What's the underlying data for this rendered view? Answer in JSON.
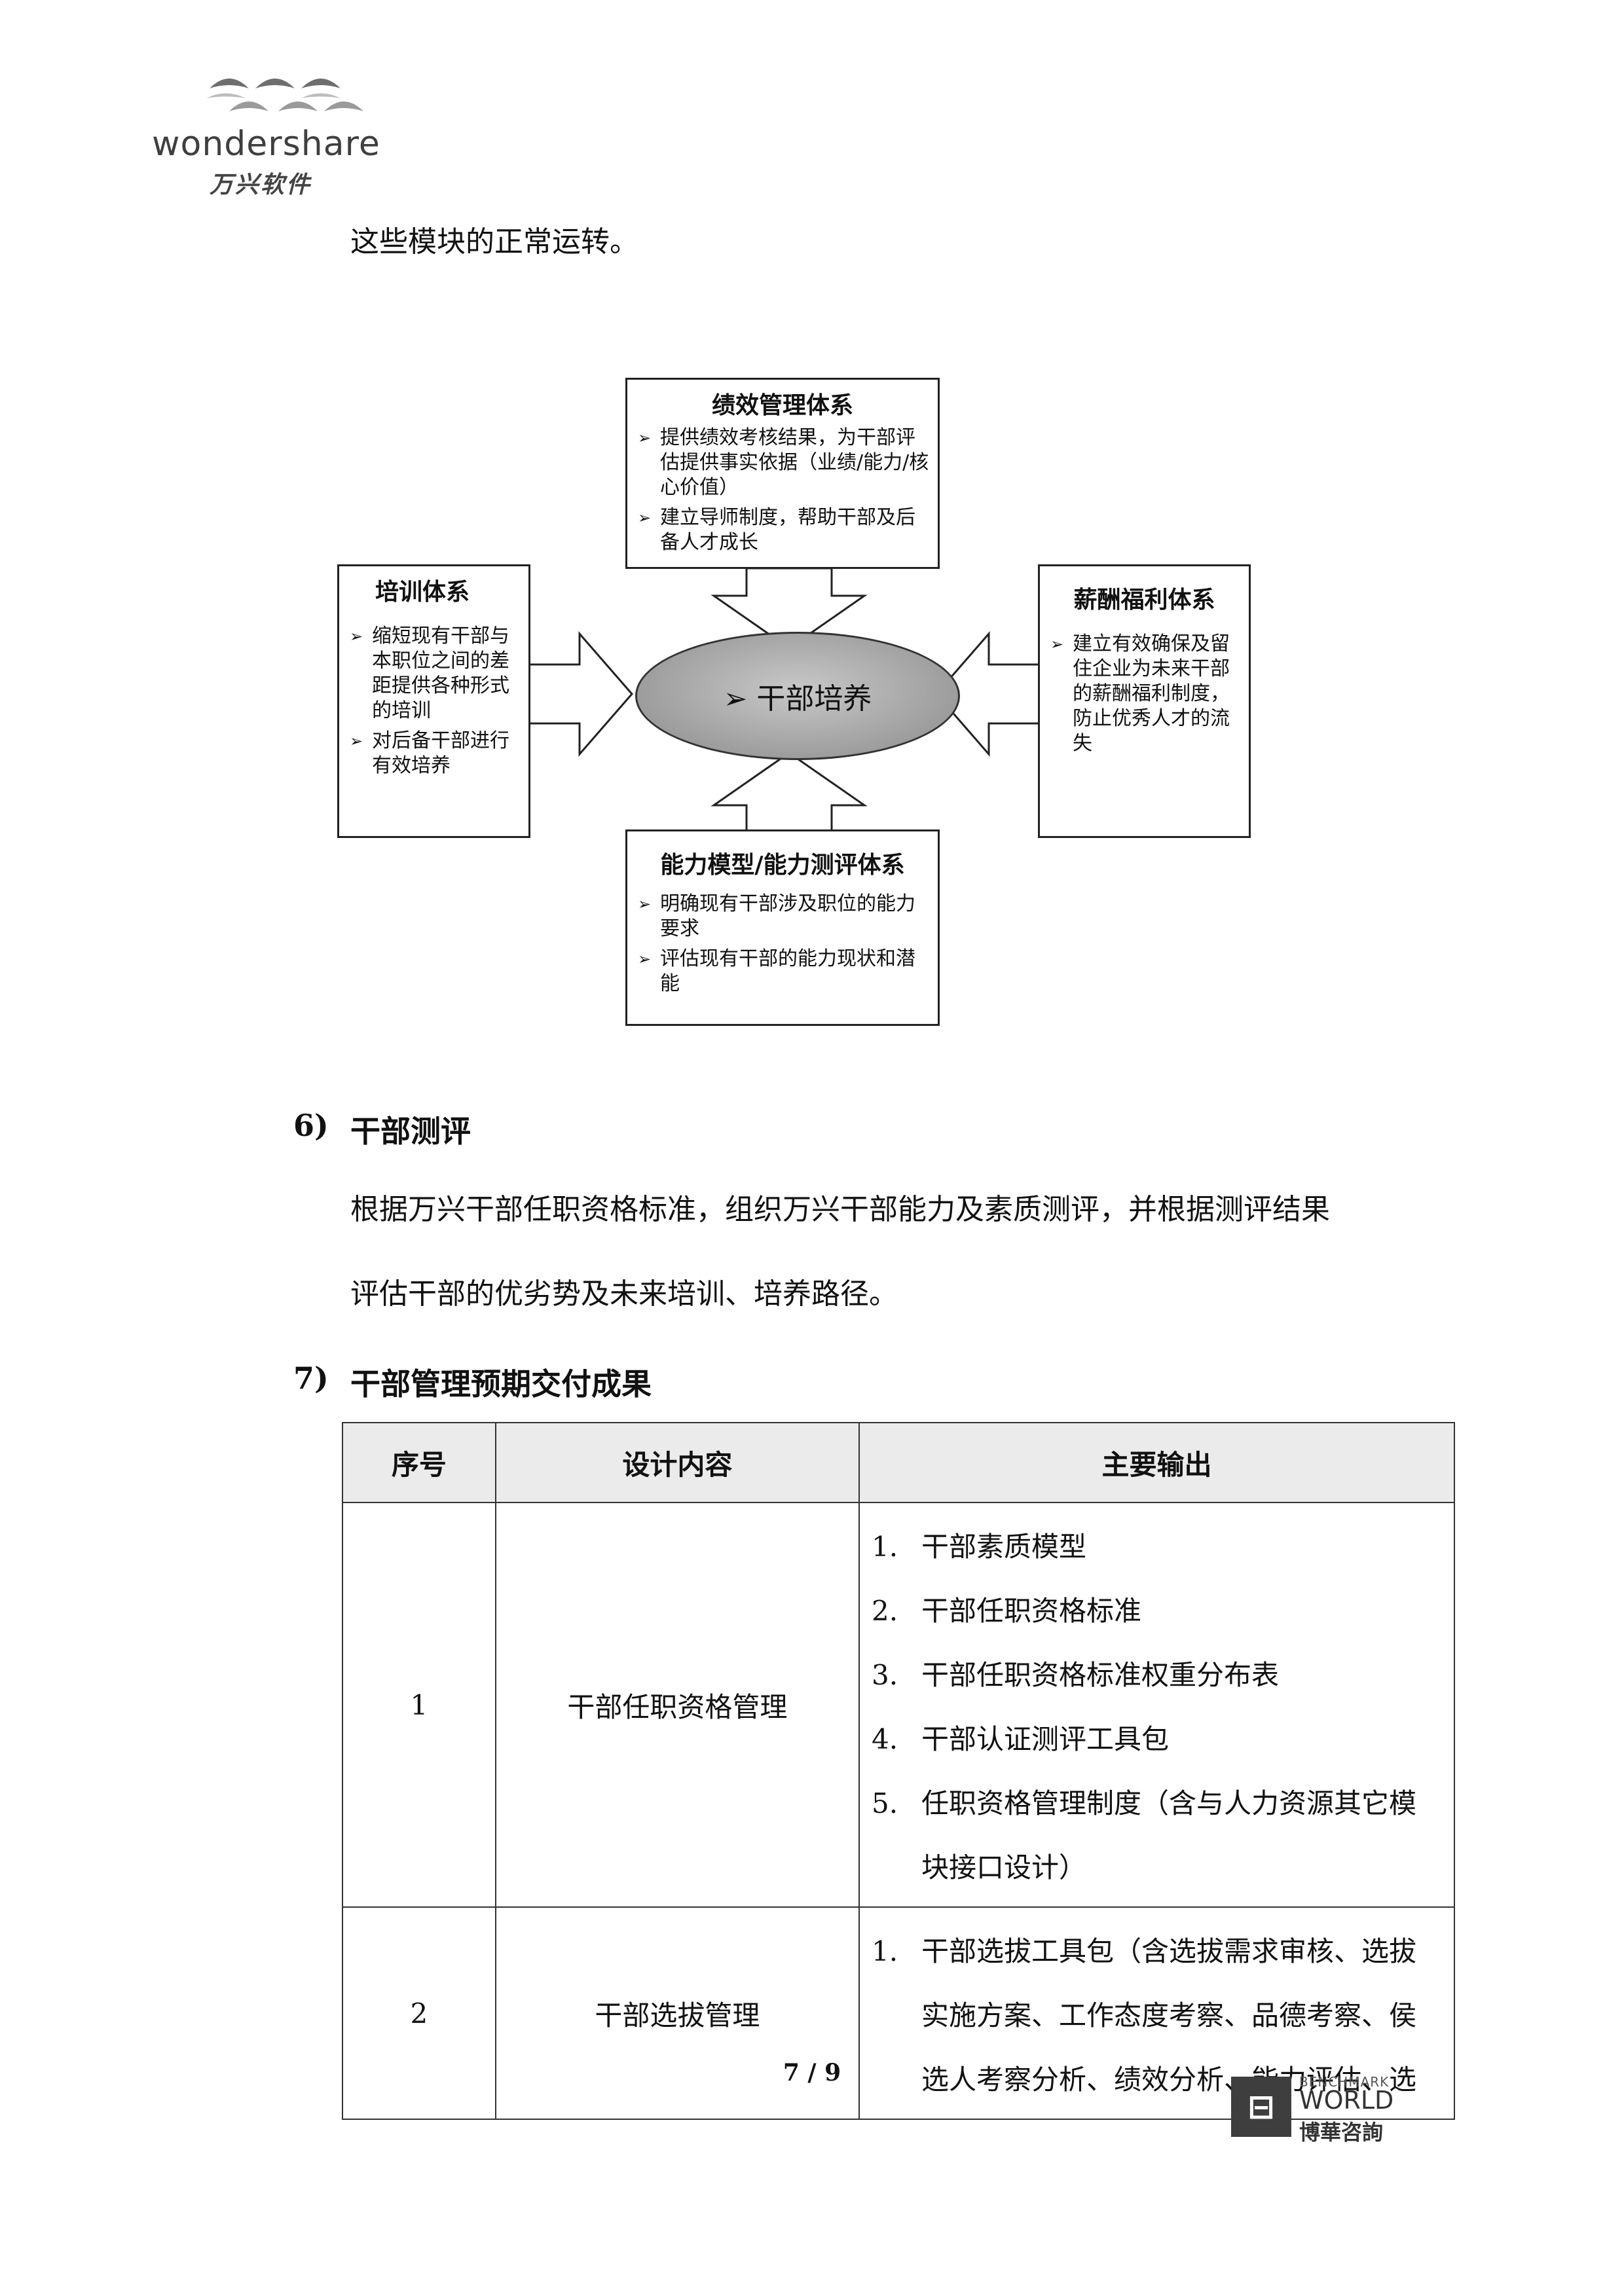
{
  "header": {
    "logo_text": "wondershare",
    "logo_cn": "万兴软件"
  },
  "intro_text": "这些模块的正常运转。",
  "diagram": {
    "center": "➢ 干部培养",
    "top": {
      "title": "绩效管理体系",
      "items": [
        "提供绩效考核结果，为干部评估提供事实依据（业绩/能力/核心价值）",
        "建立导师制度，帮助干部及后备人才成长"
      ]
    },
    "left": {
      "title": "培训体系",
      "items": [
        "缩短现有干部与本职位之间的差距提供各种形式的培训",
        "对后备干部进行有效培养"
      ]
    },
    "right": {
      "title": "薪酬福利体系",
      "items": [
        "建立有效确保及留住企业为未来干部的薪酬福利制度，防止优秀人才的流失"
      ]
    },
    "bottom": {
      "title": "能力模型/能力测评体系",
      "items": [
        "明确现有干部涉及职位的能力要求",
        "评估现有干部的能力现状和潜能"
      ]
    },
    "bullet": "➢"
  },
  "section6": {
    "number": "6)",
    "title": "干部测评",
    "lines": [
      "根据万兴干部任职资格标准，组织万兴干部能力及素质测评，并根据测评结果",
      "评估干部的优劣势及未来培训、培养路径。"
    ]
  },
  "section7": {
    "number": "7)",
    "title": "干部管理预期交付成果"
  },
  "table": {
    "headers": [
      "序号",
      "设计内容",
      "主要输出"
    ],
    "rows": [
      {
        "no": "1",
        "content": "干部任职资格管理",
        "outputs": [
          {
            "n": "1.",
            "t": "干部素质模型"
          },
          {
            "n": "2.",
            "t": "干部任职资格标准"
          },
          {
            "n": "3.",
            "t": "干部任职资格标准权重分布表"
          },
          {
            "n": "4.",
            "t": "干部认证测评工具包"
          },
          {
            "n": "5.",
            "t": "任职资格管理制度（含与人力资源其它模块接口设计）"
          }
        ]
      },
      {
        "no": "2",
        "content": "干部选拔管理",
        "outputs": [
          {
            "n": "1.",
            "t": "干部选拔工具包（含选拔需求审核、选拔实施方案、工作态度考察、品德考察、侯选人考察分析、绩效分析、能力评估、选"
          }
        ]
      }
    ]
  },
  "footer": {
    "page": "7 / 9",
    "bench_l1": "BENCHMARK",
    "bench_l2": "WORLD",
    "bench_l3": "博華咨詢"
  }
}
